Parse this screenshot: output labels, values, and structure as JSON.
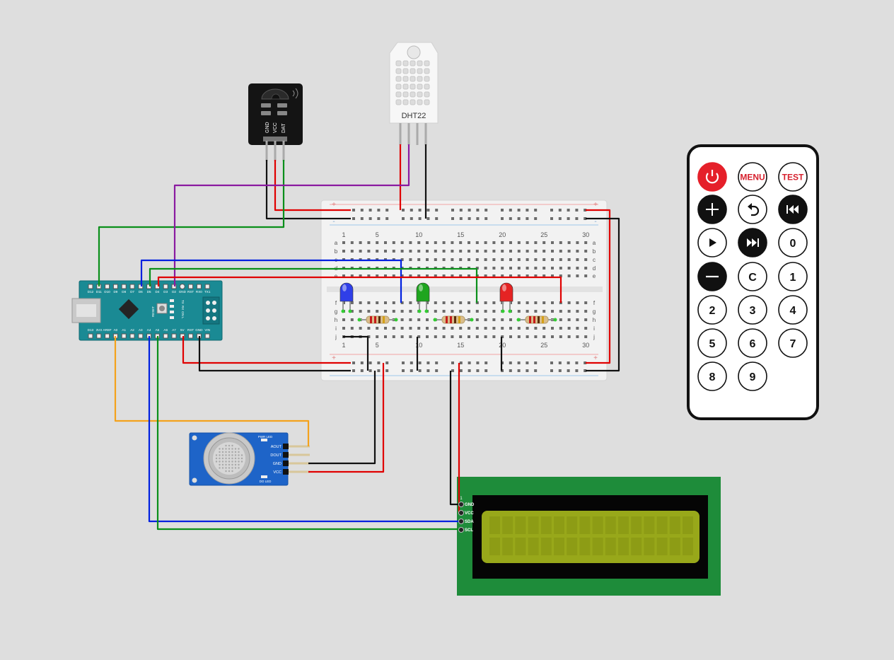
{
  "ir_receiver": {
    "pin_labels": [
      "GND",
      "VCC",
      "DAT"
    ]
  },
  "dht22": {
    "label": "DHT22"
  },
  "breadboard": {
    "column_numbers": [
      "1",
      "5",
      "10",
      "15",
      "20",
      "25",
      "30"
    ],
    "row_letters_top": [
      "a",
      "b",
      "c",
      "d",
      "e"
    ],
    "row_letters_bottom": [
      "f",
      "g",
      "h",
      "i",
      "j"
    ],
    "rail_plus": "+",
    "rail_minus": "-"
  },
  "arduino": {
    "top_pins": [
      "D12",
      "D11",
      "D10",
      "D9",
      "D8",
      "D7",
      "D6",
      "D5",
      "D4",
      "D3",
      "D2",
      "GND",
      "RST",
      "RX0",
      "TX1"
    ],
    "bottom_pins": [
      "D13",
      "3V3",
      "AREF",
      "A0",
      "A1",
      "A2",
      "A3",
      "A4",
      "A5",
      "A6",
      "A7",
      "5V",
      "RST",
      "GND",
      "VIN"
    ],
    "board_labels": [
      "RESET",
      "TX",
      "RX",
      "ON",
      "L"
    ]
  },
  "gas_sensor": {
    "pin_labels": [
      "AOUT",
      "DOUT",
      "GND",
      "VCC"
    ],
    "led_labels": [
      "PWR LED",
      "DO LED"
    ]
  },
  "lcd": {
    "pin_labels": [
      "GND",
      "VCC",
      "SDA",
      "SCL"
    ],
    "pin1_marker": "1"
  },
  "remote": {
    "buttons": [
      {
        "name": "power",
        "label": ""
      },
      {
        "name": "menu",
        "label": "MENU"
      },
      {
        "name": "test",
        "label": "TEST"
      },
      {
        "name": "plus",
        "label": ""
      },
      {
        "name": "back",
        "label": ""
      },
      {
        "name": "prev",
        "label": ""
      },
      {
        "name": "play",
        "label": ""
      },
      {
        "name": "next",
        "label": ""
      },
      {
        "name": "0",
        "label": "0"
      },
      {
        "name": "minus",
        "label": ""
      },
      {
        "name": "c",
        "label": "C"
      },
      {
        "name": "1",
        "label": "1"
      },
      {
        "name": "2",
        "label": "2"
      },
      {
        "name": "3",
        "label": "3"
      },
      {
        "name": "4",
        "label": "4"
      },
      {
        "name": "5",
        "label": "5"
      },
      {
        "name": "6",
        "label": "6"
      },
      {
        "name": "7",
        "label": "7"
      },
      {
        "name": "8",
        "label": "8"
      },
      {
        "name": "9",
        "label": "9"
      }
    ]
  },
  "leds": [
    {
      "color": "blue",
      "hex": "#2f3fe8"
    },
    {
      "color": "green",
      "hex": "#1ea51e"
    },
    {
      "color": "red",
      "hex": "#e52323"
    }
  ],
  "wire_colors": {
    "red": "#e00000",
    "black": "#111111",
    "green": "#0a8f1a",
    "blue": "#0020e0",
    "purple": "#8a1aa0",
    "orange": "#f4a21c"
  }
}
